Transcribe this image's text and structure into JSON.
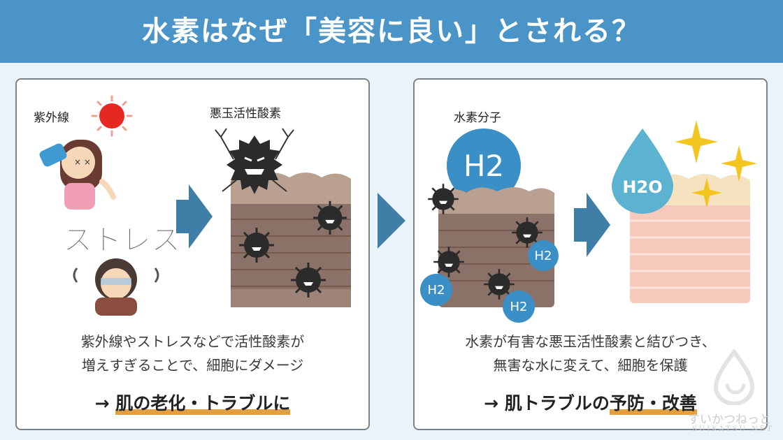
{
  "title": "水素はなぜ「美容に良い」とされる？",
  "left_panel": {
    "uv_label": "紫外線",
    "stress_label": "ストレス",
    "radical_label": "悪玉活性酸素",
    "desc_line1": "紫外線やストレスなどで活性酸素が",
    "desc_line2": "増えすぎることで、細胞にダメージ",
    "conclusion_arrow": "→",
    "conclusion_text": "肌の老化・トラブルに"
  },
  "right_panel": {
    "hydrogen_label": "水素分子",
    "h2_big": "H2",
    "h2_small": "H2",
    "h2o": "H2O",
    "desc_line1": "水素が有害な悪玉活性酸素と結びつき、",
    "desc_line2": "無害な水に変えて、細胞を保護",
    "conclusion_arrow": "→",
    "conclusion_text_plain": "肌トラブルの",
    "conclusion_text_highlight": "予防・改善"
  },
  "watermark": {
    "main": "すいかつねっと",
    "sub": "SUIKATSU NET"
  },
  "colors": {
    "header": "#4a94c7",
    "arrow": "#3f7ea7",
    "highlight": "#e3a040",
    "h2_circle": "#3a8fc6",
    "droplet": "#5bb3d1",
    "sparkle": "#f3c61f",
    "sun": "#e52920"
  }
}
